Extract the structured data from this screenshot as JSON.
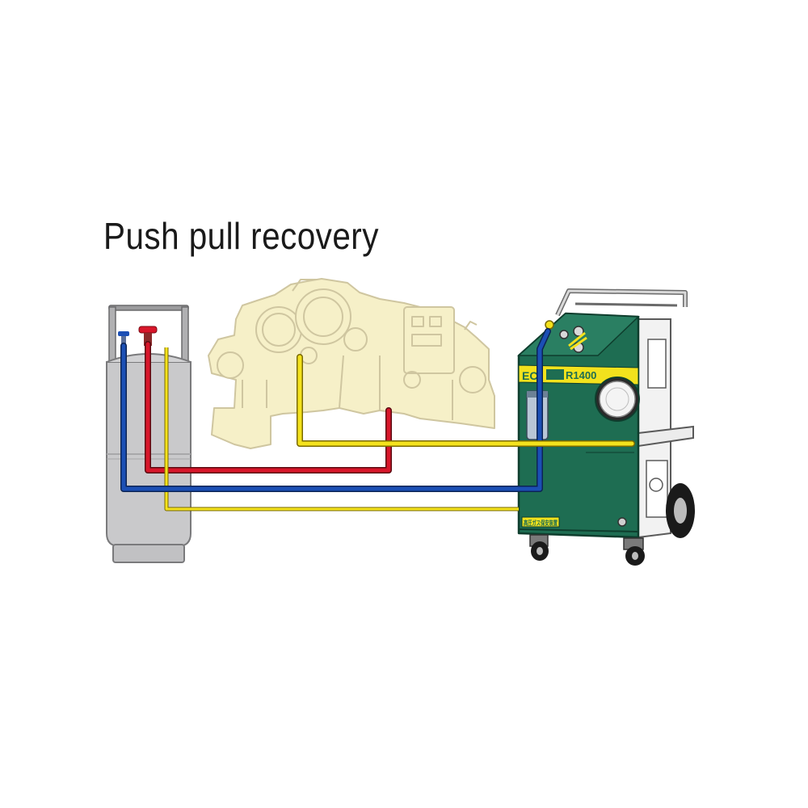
{
  "title": "Push pull recovery",
  "machine": {
    "brand_label": "EC",
    "model_label": "R1400",
    "panel_label": "高圧ガス保安装置"
  },
  "hoses": [
    {
      "color_name": "blue",
      "color": "#1b4fb5"
    },
    {
      "color_name": "red",
      "color": "#d8162a"
    },
    {
      "color_name": "yellow",
      "color": "#f4e21c"
    }
  ],
  "colors": {
    "machine_green": "#1e6d52",
    "chiller_fill": "#f6f0c8",
    "cylinder_fill": "#c9c9cb",
    "label_yellow": "#f2e21d"
  }
}
